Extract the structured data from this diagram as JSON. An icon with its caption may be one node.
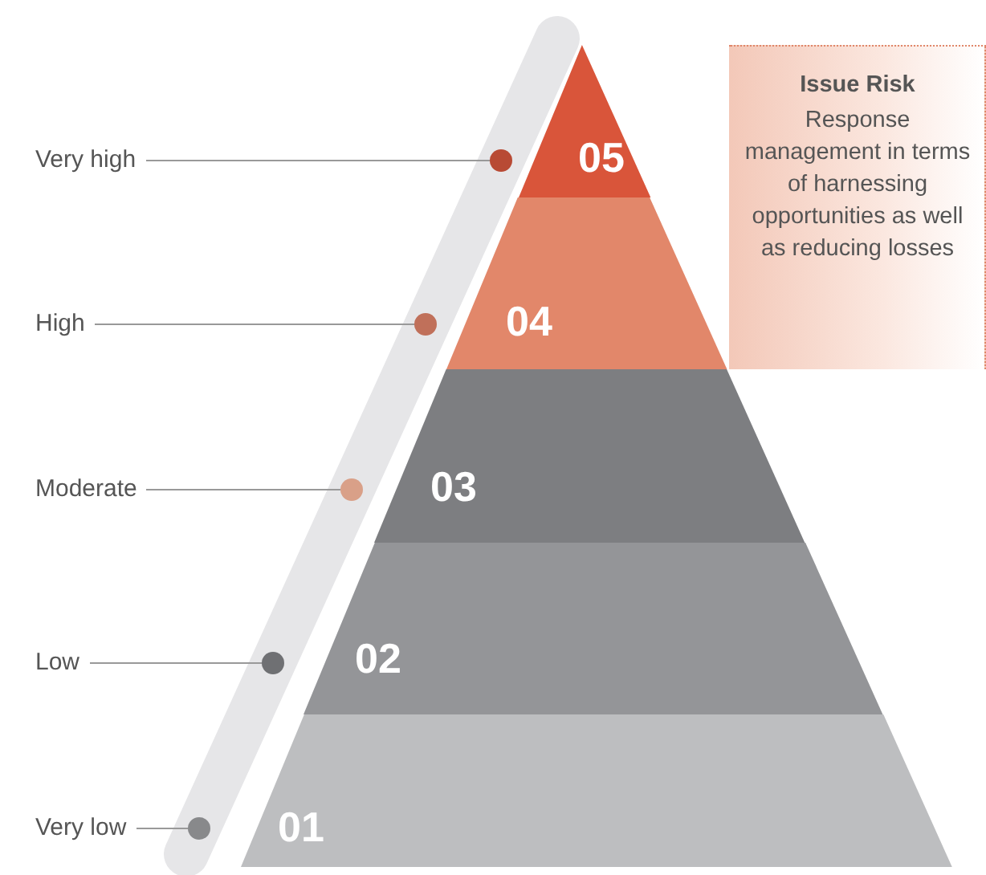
{
  "diagram": {
    "nodes": [
      {
        "text": [
          "Issue Risk",
          "Response management in terms of harnessing opportunities as well as reducing losses"
        ]
      },
      {
        "text": [
          "05"
        ]
      },
      {
        "text": [
          "04"
        ]
      },
      {
        "text": [
          "03"
        ]
      },
      {
        "text": [
          "02"
        ]
      },
      {
        "text": [
          "01"
        ]
      },
      {
        "text": [
          "Very high"
        ]
      },
      {
        "text": [],
        "shape": "circle"
      },
      {
        "text": [
          "High"
        ]
      },
      {
        "text": [],
        "shape": "circle"
      },
      {
        "text": [
          "Moderate"
        ]
      },
      {
        "text": [],
        "shape": "circle"
      },
      {
        "text": [
          "Low"
        ]
      },
      {
        "text": [],
        "shape": "circle"
      },
      {
        "text": [
          "Very low"
        ]
      },
      {
        "text": [],
        "shape": "circle"
      }
    ],
    "edges": [
      {
        "from": 6,
        "to": 7,
        "arrow": "none"
      },
      {
        "from": 8,
        "to": 9,
        "arrow": "none"
      },
      {
        "from": 10,
        "to": 11,
        "arrow": "none"
      },
      {
        "from": 12,
        "to": 13,
        "arrow": "none"
      },
      {
        "from": 14,
        "to": 15,
        "arrow": "none"
      }
    ]
  }
}
